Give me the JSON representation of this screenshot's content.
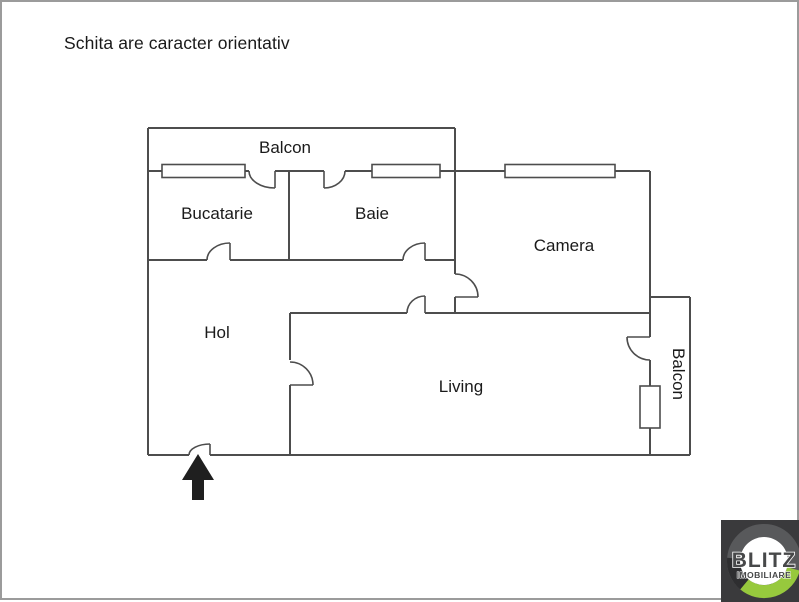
{
  "disclaimer": "Schita are caracter orientativ",
  "rooms": {
    "balcon_top": "Balcon",
    "bucatarie": "Bucatarie",
    "baie": "Baie",
    "camera": "Camera",
    "hol": "Hol",
    "living": "Living",
    "balcon_right": "Balcon"
  },
  "logo": {
    "brand": "BLITZ",
    "tagline": "IMOBILIARE"
  },
  "colors": {
    "wall": "#4d4d4d",
    "text": "#1a1a1a",
    "page_border": "#9b9b9b",
    "arrow": "#1f1f1f",
    "logo_bg": "#3a3a3c",
    "logo_ring": "#58595b",
    "logo_ring_dark": "#2e2e30",
    "logo_green": "#97c93d",
    "logo_text": "#474849"
  }
}
